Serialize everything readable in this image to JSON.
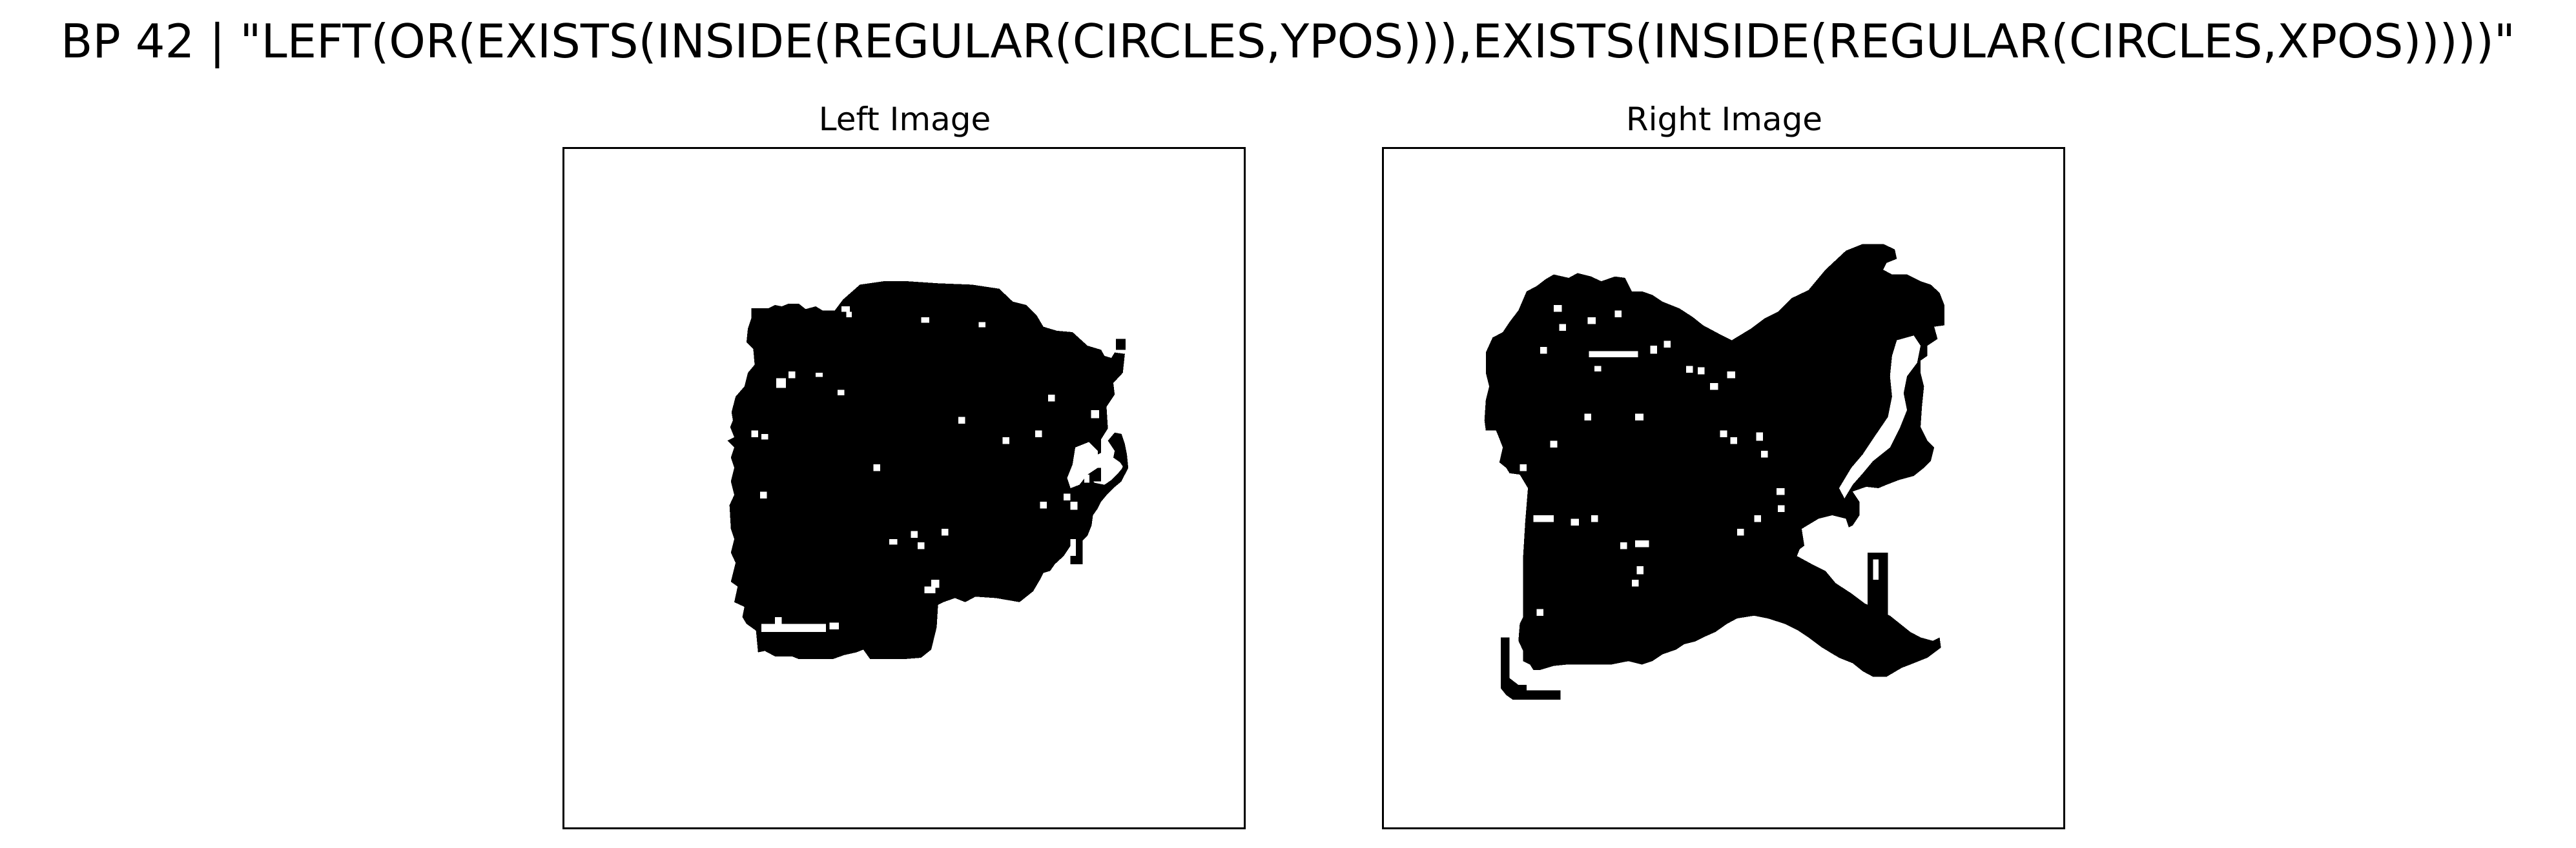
{
  "figure": {
    "title": "BP 42 | \"LEFT(OR(EXISTS(INSIDE(REGULAR(CIRCLES,YPOS))),EXISTS(INSIDE(REGULAR(CIRCLES,XPOS)))))\""
  },
  "panels": [
    {
      "title": "Left Image",
      "shape_color": "#000000",
      "background": "#ffffff"
    },
    {
      "title": "Right Image",
      "shape_color": "#000000",
      "background": "#ffffff"
    }
  ]
}
